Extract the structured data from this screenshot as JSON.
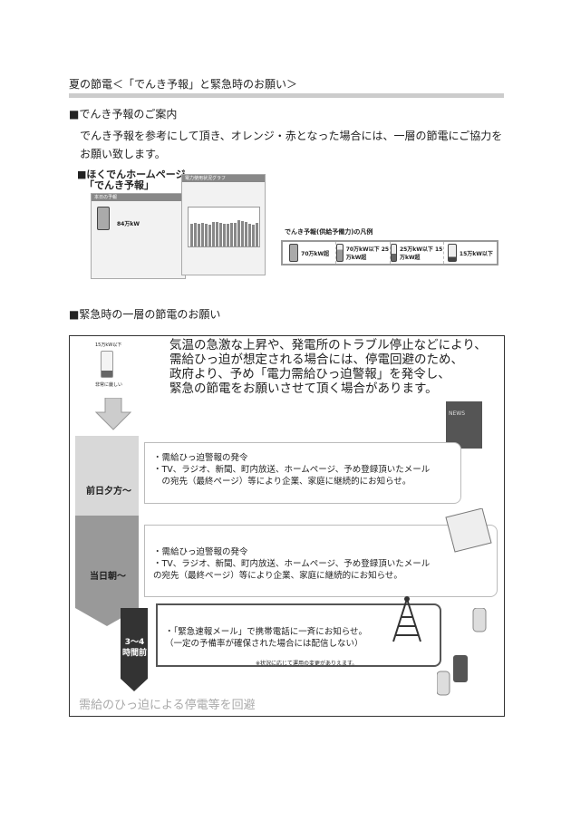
{
  "title": "夏の節電＜「でんき予報」と緊急時のお願い＞",
  "section1": {
    "heading": "■でんき予報のご案内",
    "body_line1": "でんき予報を参考にして頂き、オレンジ・赤となった場合には、一層の節電にご協力を",
    "body_line2": "お願い致します。",
    "hp_title_line1": "■ほくでんホームページ",
    "hp_title_line2": "「でんき予報」",
    "window1_title": "本日の予報",
    "window1_value": "84万kW",
    "window2_title": "電力使用状況グラフ",
    "legend_title": "でんき予報(供給予備力)の凡例",
    "legend": [
      {
        "label": "70万kW超"
      },
      {
        "label": "70万kW以下 25万kW超"
      },
      {
        "label": "25万kW以下 15万kW超"
      },
      {
        "label": "15万kW以下"
      }
    ]
  },
  "section2": {
    "heading": "■緊急時の一層の節電のお願い",
    "battery_top": "15万kW以下",
    "battery_bottom": "非常に厳しい",
    "intro": [
      "気温の急激な上昇や、発電所のトラブル停止などにより、",
      "需給ひっ迫が想定される場合には、停電回避のため、",
      "政府より、予め「電力需給ひっ迫警報」を発令し、",
      "緊急の節電をお願いさせて頂く場合があります。"
    ],
    "tv_label": "NEWS",
    "stages": [
      {
        "label": "前日夕方～",
        "lines": [
          "・需給ひっ迫警報の発令",
          "・TV、ラジオ、新聞、町内放送、ホームページ、予め登録頂いたメール",
          "　の宛先（最終ページ）等により企業、家庭に継続的にお知らせ。"
        ]
      },
      {
        "label": "当日朝～",
        "lines": [
          "・需給ひっ迫警報の発令",
          "・TV、ラジオ、新聞、町内放送、ホームページ、予め登録頂いたメール",
          "の宛先（最終ページ）等により企業、家庭に継続的にお知らせ。"
        ]
      },
      {
        "label_line1": "3～4",
        "label_line2": "時間前",
        "lines": [
          "・「緊急速報メール」で携帯電話に一斉にお知らせ。",
          "（一定の予備率が確保された場合には配信しない）"
        ],
        "note": "※状況に応じて運用の変更がありえます。"
      }
    ],
    "footer": "需給のひっ迫による停電等を回避"
  }
}
